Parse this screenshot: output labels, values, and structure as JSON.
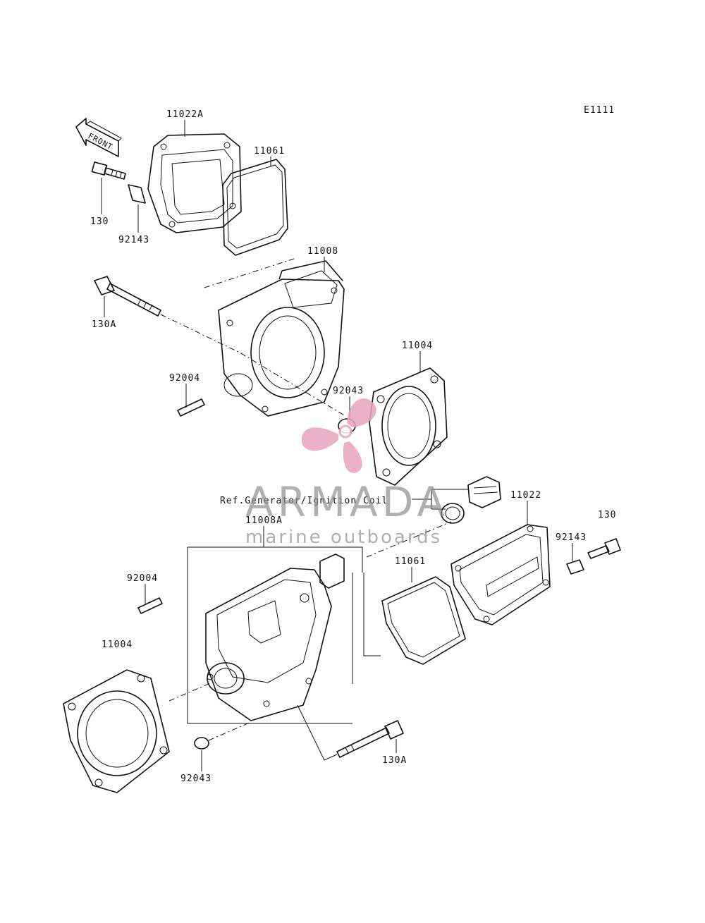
{
  "diagram_code": "E1111",
  "front_label": "FRONT",
  "reference_note": "Ref.Generator/Ignition Coil",
  "watermark": {
    "brand": "ARMADA",
    "tagline": "marine outboards",
    "accent_color": "#e7a3bd",
    "text_color": "#8f8f8f"
  },
  "part_labels": {
    "p11022A": "11022A",
    "p11061_top": "11061",
    "p130_top": "130",
    "p92143_top": "92143",
    "p11008": "11008",
    "p130A_top": "130A",
    "p11004_top": "11004",
    "p92004_top": "92004",
    "p92043_top": "92043",
    "p11022": "11022",
    "p130_right": "130",
    "p92143_right": "92143",
    "p11008A": "11008A",
    "p11061_bottom": "11061",
    "p92004_bottom": "92004",
    "p11004_bottom": "11004",
    "p130A_bottom": "130A",
    "p92043_bottom": "92043"
  }
}
